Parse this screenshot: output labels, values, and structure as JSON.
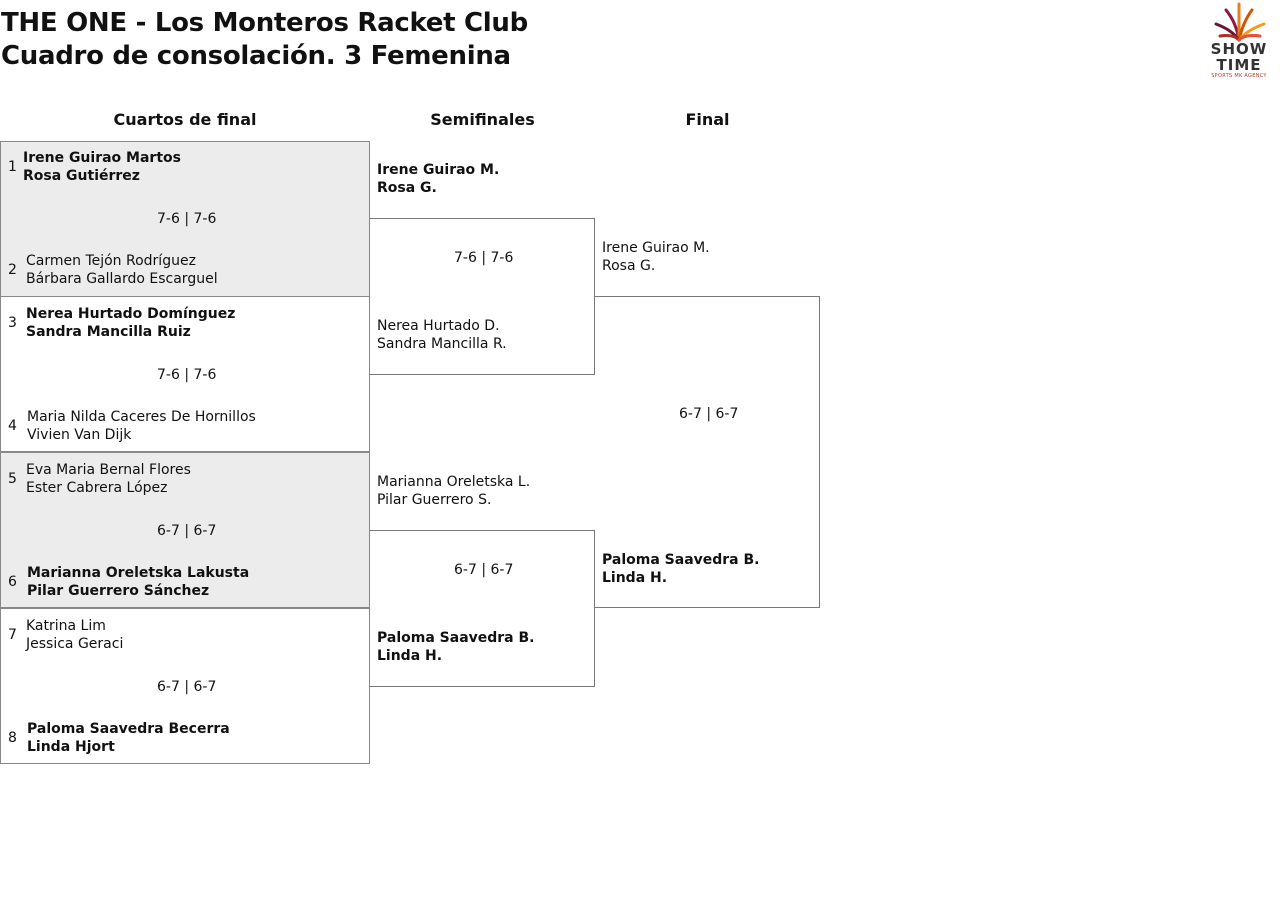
{
  "header": {
    "title": "THE ONE - Los Monteros Racket Club",
    "subtitle": "Cuadro de consolación. 3 Femenina"
  },
  "logo": {
    "line1": "SHOW",
    "line2": "TIME",
    "tagline": "SPORTS MK AGENCY"
  },
  "rounds": {
    "quarterfinals": "Cuartos de final",
    "semifinals": "Semifinales",
    "final": "Final"
  },
  "quarterfinals": [
    {
      "top": {
        "seed": "1",
        "p1": "Irene Guirao Martos",
        "p2": "Rosa Gutiérrez",
        "winner": true
      },
      "bottom": {
        "seed": "2",
        "p1": "Carmen Tejón Rodríguez",
        "p2": "Bárbara Gallardo Escarguel",
        "winner": false
      },
      "score": "7-6 | 7-6"
    },
    {
      "top": {
        "seed": "3",
        "p1": "Nerea Hurtado Domínguez",
        "p2": "Sandra Mancilla Ruiz",
        "winner": true
      },
      "bottom": {
        "seed": "4",
        "p1": "Maria Nilda Caceres De Hornillos",
        "p2": "Vivien Van Dijk",
        "winner": false
      },
      "score": "7-6 | 7-6"
    },
    {
      "top": {
        "seed": "5",
        "p1": "Eva Maria Bernal Flores",
        "p2": "Ester Cabrera López",
        "winner": false
      },
      "bottom": {
        "seed": "6",
        "p1": "Marianna Oreletska Lakusta",
        "p2": "Pilar Guerrero Sánchez",
        "winner": true
      },
      "score": "6-7 | 6-7"
    },
    {
      "top": {
        "seed": "7",
        "p1": "Katrina Lim",
        "p2": "Jessica Geraci",
        "winner": false
      },
      "bottom": {
        "seed": "8",
        "p1": "Paloma Saavedra Becerra",
        "p2": "Linda Hjort",
        "winner": true
      },
      "score": "6-7 | 6-7"
    }
  ],
  "semifinals": [
    {
      "top": {
        "p1": "Irene Guirao M.",
        "p2": "Rosa G.",
        "winner": true
      },
      "bottom": {
        "p1": "Nerea Hurtado D.",
        "p2": "Sandra Mancilla R.",
        "winner": false
      },
      "score": "7-6 | 7-6"
    },
    {
      "top": {
        "p1": "Marianna Oreletska L.",
        "p2": "Pilar Guerrero S.",
        "winner": false
      },
      "bottom": {
        "p1": "Paloma Saavedra B.",
        "p2": "Linda H.",
        "winner": true
      },
      "score": "6-7 | 6-7"
    }
  ],
  "final": {
    "top": {
      "p1": "Irene Guirao M.",
      "p2": "Rosa G.",
      "winner": false
    },
    "bottom": {
      "p1": "Paloma Saavedra B.",
      "p2": "Linda H.",
      "winner": true
    },
    "score": "6-7 | 6-7"
  },
  "colors": {
    "shaded_box": "#ececec",
    "border": "#888888",
    "logo_red": "#c0392b"
  }
}
